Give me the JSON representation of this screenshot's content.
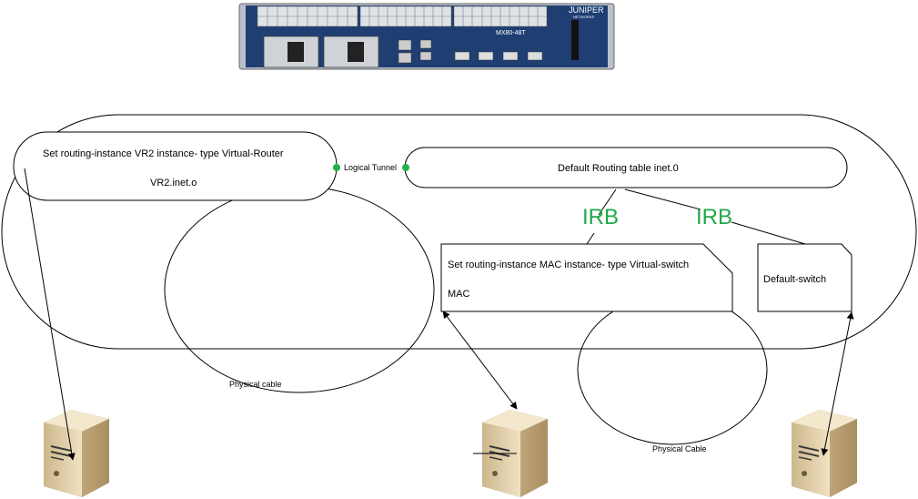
{
  "device": {
    "brand": "JUNIPER",
    "brand_sub": "NETWORKS",
    "model": "MX80-48T"
  },
  "labels": {
    "vr2_title": "Set routing-instance VR2 instance- type Virtual-Router",
    "vr2_table": "VR2.inet.o",
    "logical_tunnel": "Logical Tunnel",
    "default_table": "Default Routing table inet.0",
    "irb_left": "IRB",
    "irb_right": "IRB",
    "mac_title": "Set routing-instance MAC instance- type Virtual-switch",
    "mac_name": "MAC",
    "default_switch": "Default-switch",
    "physical_cable_left": "Physical cable",
    "physical_cable_right": "Physical Cable"
  },
  "colors": {
    "irb": "#22a84a",
    "tunnel_dot": "#22b24c",
    "line": "#000000",
    "chassis": "#1f3f73",
    "server_body": "#e2cfa6"
  }
}
